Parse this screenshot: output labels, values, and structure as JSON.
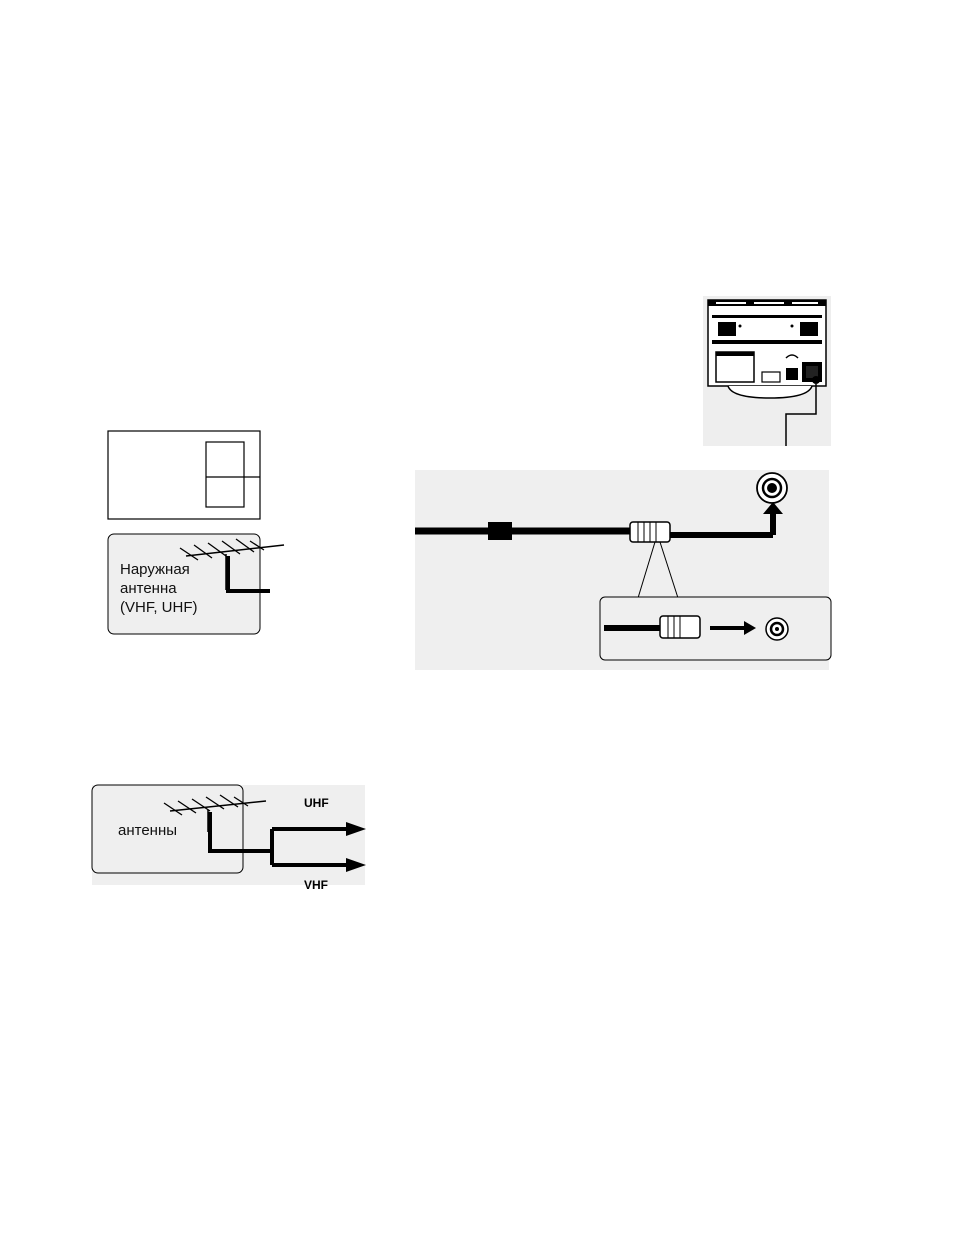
{
  "outdoor_antenna": {
    "label_line1": "Наружная",
    "label_line2": "антенна",
    "label_line3": "(VHF, UHF)"
  },
  "split_antenna": {
    "label": "антенны",
    "band_upper": "UHF",
    "band_lower": "VHF"
  },
  "colors": {
    "line": "#000000",
    "panel_gray": "#efefef",
    "background": "#ffffff"
  }
}
